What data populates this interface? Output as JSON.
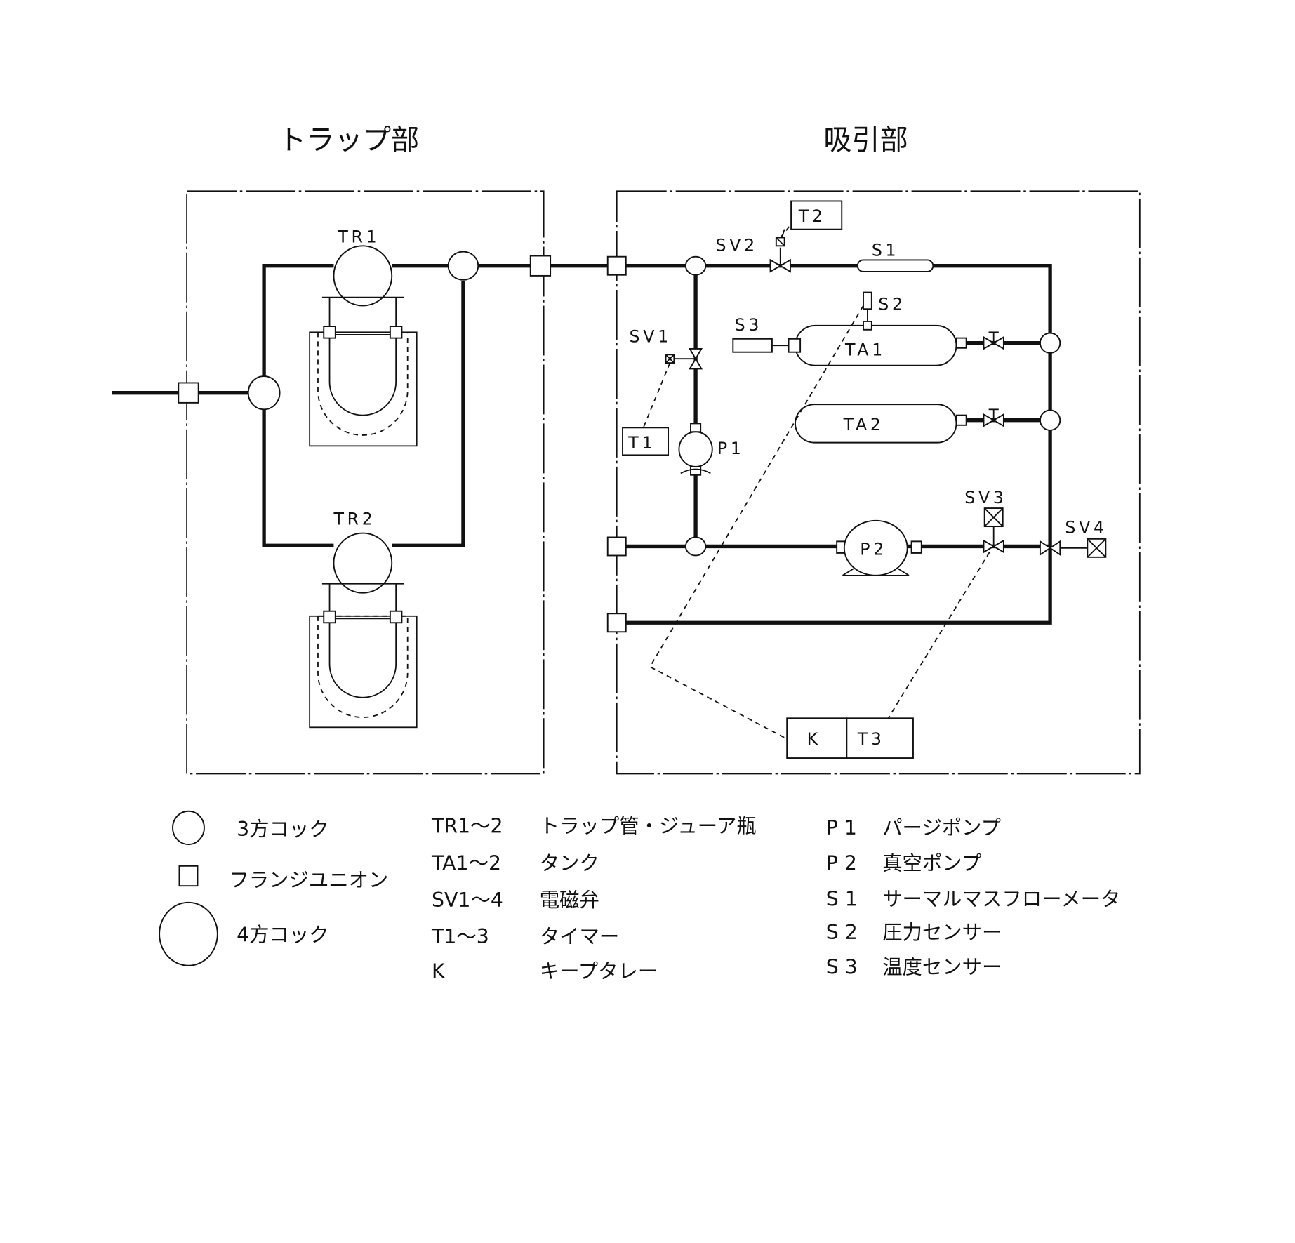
{
  "titles": {
    "trap": "トラップ部",
    "suction": "吸引部"
  },
  "labels": {
    "tr1": "TR1",
    "tr2": "TR2",
    "sv1": "SV1",
    "sv2": "SV2",
    "sv3": "SV3",
    "sv4": "SV4",
    "t1": "T1",
    "t2": "T2",
    "t3": "T3",
    "k": "K",
    "s1": "S1",
    "s2": "S2",
    "s3": "S3",
    "ta1": "TA1",
    "ta2": "TA2",
    "p1": "P1",
    "p2": "P2"
  },
  "legend": {
    "symbols": [
      {
        "symbol": "small-circle",
        "text": "3方コック"
      },
      {
        "symbol": "square",
        "text": "フランジユニオン"
      },
      {
        "symbol": "large-circle",
        "text": "4方コック"
      }
    ],
    "col2": [
      {
        "code": "TR1～2",
        "desc": "トラップ管・ジューア瓶"
      },
      {
        "code": "TA1～2",
        "desc": "タンク"
      },
      {
        "code": "SV1～4",
        "desc": "電磁弁"
      },
      {
        "code": "T1～3",
        "desc": "タイマー"
      },
      {
        "code": "K",
        "desc": "キープタレー"
      }
    ],
    "col3": [
      {
        "code": "P 1",
        "desc": "パージポンプ"
      },
      {
        "code": "P 2",
        "desc": "真空ポンプ"
      },
      {
        "code": "S 1",
        "desc": "サーマルマスフローメータ"
      },
      {
        "code": "S 2",
        "desc": "圧力センサー"
      },
      {
        "code": "S 3",
        "desc": "温度センサー"
      }
    ]
  }
}
